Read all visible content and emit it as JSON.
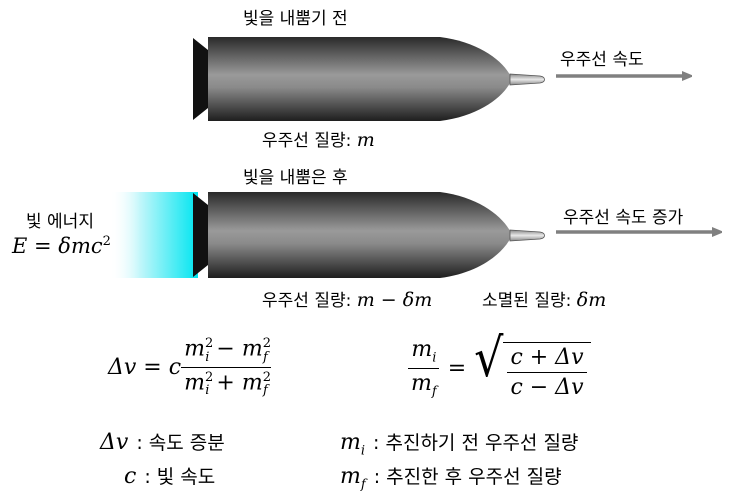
{
  "top": {
    "title": "빛을 내뿜기 전",
    "arrow_label": "우주선 속도",
    "mass_label": "우주선 질량:",
    "mass_symbol": "m"
  },
  "bottom": {
    "title": "빛을 내뿜은 후",
    "arrow_label": "우주선 속도 증가",
    "energy_label": "빛 에너지",
    "energy_lhs": "E",
    "energy_rhs": "= δmc",
    "energy_exp": "2",
    "mass_label": "우주선 질량:",
    "mass_expr": "m − δm",
    "lost_label": "소멸된 질량:",
    "lost_symbol": "δm"
  },
  "formulas": {
    "dv_lhs": "Δv = c",
    "dv_num_a": "m",
    "dv_num_a_sup": "2",
    "dv_num_a_sub": "i",
    "dv_num_op": " − ",
    "dv_num_b": "m",
    "dv_num_b_sup": "2",
    "dv_num_b_sub": "f",
    "dv_den_op": " + ",
    "ratio_num": "m",
    "ratio_num_sub": "i",
    "ratio_den": "m",
    "ratio_den_sub": "f",
    "eq_sign": "=",
    "sqrt_num": "c + Δv",
    "sqrt_den": "c − Δv"
  },
  "legend": [
    {
      "symbol": "Δv",
      "sub": "",
      "text": ": 속도 증분"
    },
    {
      "symbol": "c",
      "sub": "",
      "text": ": 빛 속도"
    },
    {
      "symbol": "m",
      "sub": "i",
      "text": ": 추진하기 전 우주선 질량"
    },
    {
      "symbol": "m",
      "sub": "f",
      "text": ": 추진한 후 우주선 질량"
    }
  ],
  "colors": {
    "arrow": "#808080",
    "beam": "#00e5f0",
    "nozzle": "#111111"
  }
}
